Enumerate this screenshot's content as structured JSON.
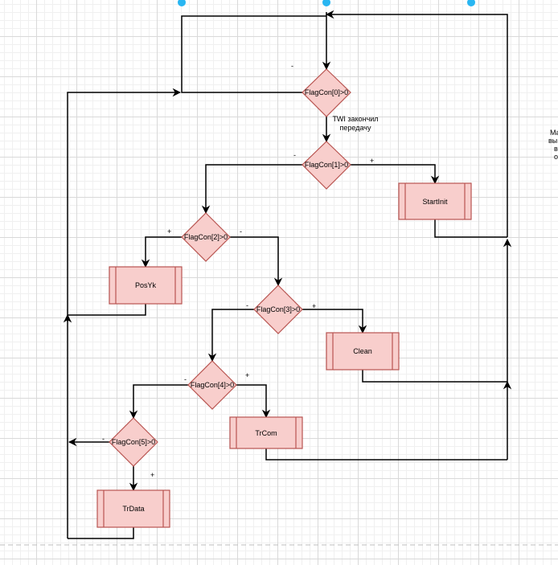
{
  "nodes": {
    "d0": "FlagCon[0]>0",
    "d1": "FlagCon[1]>0",
    "d2": "FlagCon[2]>0",
    "d3": "FlagCon[3]>0",
    "d4": "FlagCon[4]>0",
    "d5": "FlagCon[5]>0",
    "startinit": "StartInit",
    "posyk": "PosYk",
    "clean": "Clean",
    "trcom": "TrCom",
    "trdata": "TrData"
  },
  "edge_labels": {
    "d0_minus": "-",
    "d0_note_1": "TWI закончил",
    "d0_note_2": "передачу",
    "d1_minus": "-",
    "d1_plus": "+",
    "d2_plus": "+",
    "d2_minus": "-",
    "d3_minus": "-",
    "d3_plus": "+",
    "d4_minus": "-",
    "d4_plus": "+",
    "d5_minus": "-",
    "d5_plus": "+"
  },
  "side_note": [
    "Ma",
    "вы",
    "в",
    "о"
  ],
  "colors": {
    "shape_fill": "#f8cecc",
    "shape_stroke": "#b85450",
    "handle": "#29b6f2"
  }
}
